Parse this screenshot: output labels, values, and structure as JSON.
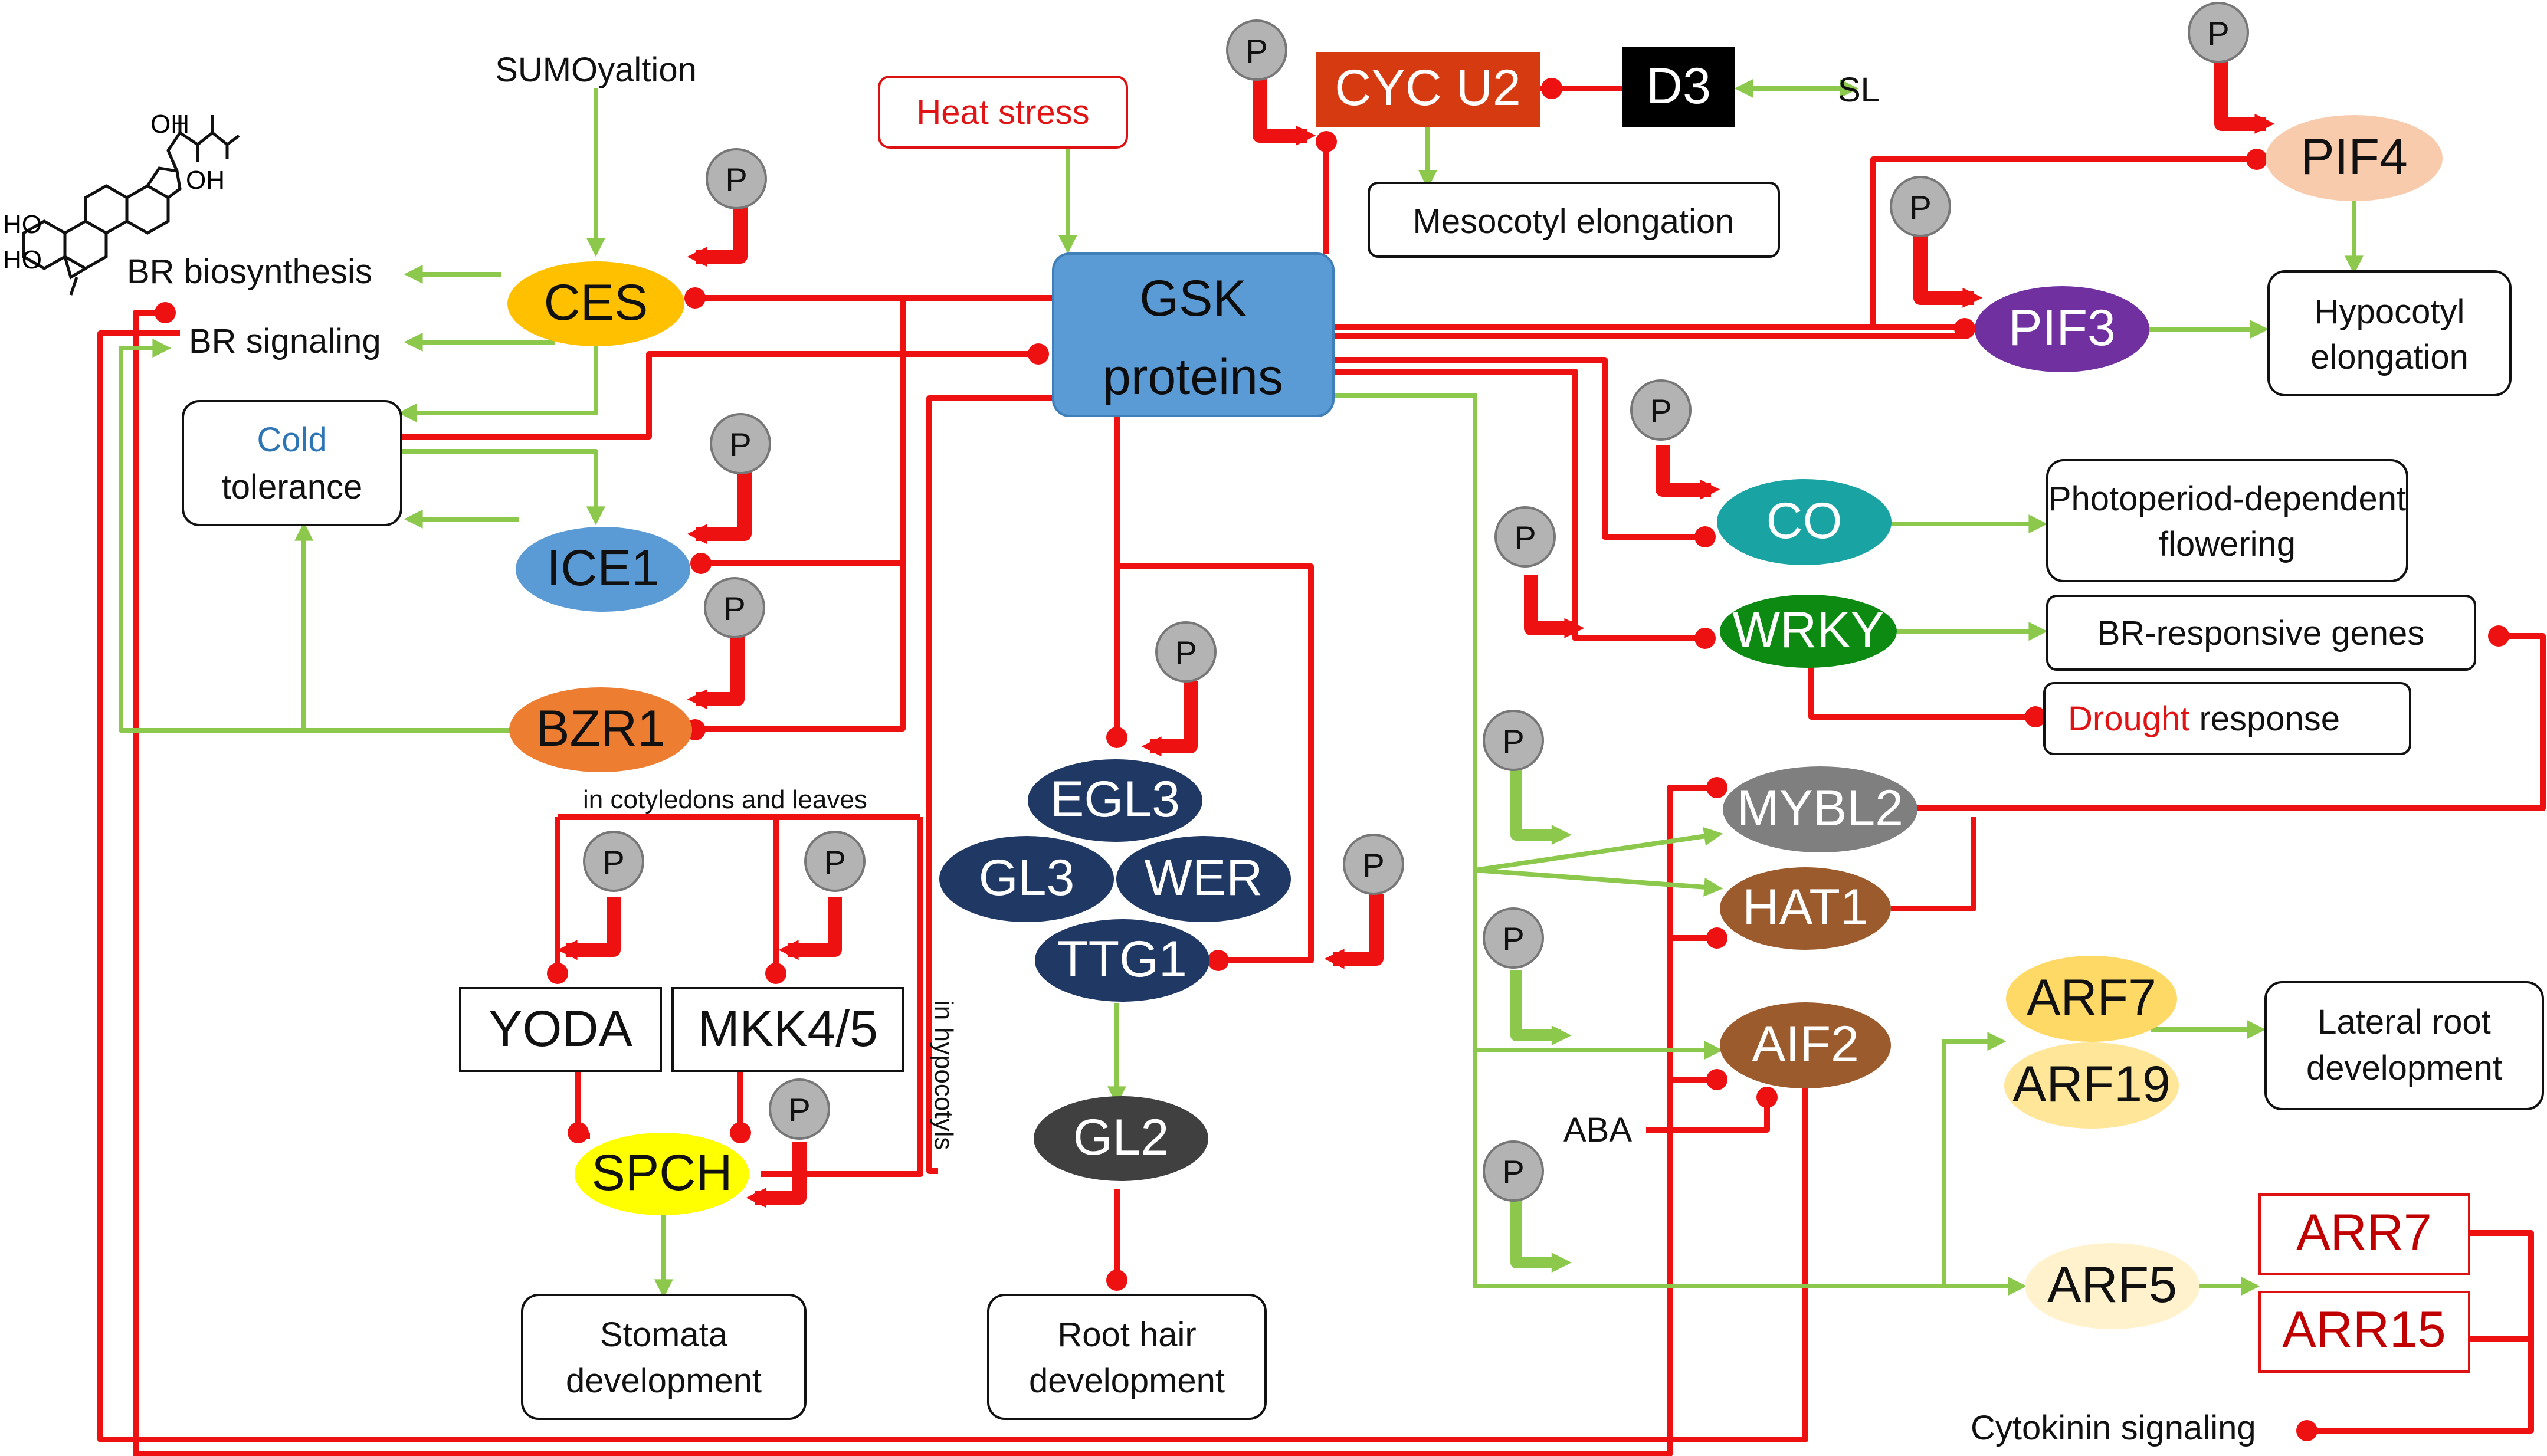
{
  "colors": {
    "inhibition": "#ee1111",
    "activation": "#8cc84b",
    "phospho_badge": "#b3b3b3",
    "gsk_blue": "#5b9bd5",
    "ces": "#ffc000",
    "ice1": "#5b9bd5",
    "bzr1": "#ed7d31",
    "cycu2": "#d63a10",
    "d3": "#000000",
    "pif4": "#f8cbad",
    "pif3": "#7030a0",
    "co": "#1aa3a3",
    "wrky": "#0c8a12",
    "mybl2": "#7f7f7f",
    "hat1": "#9c5b2c",
    "aif2": "#9c5b2c",
    "arf7": "#ffd966",
    "arf19": "#ffe699",
    "arf5": "#fff2cc",
    "egl3_gl3_wer_ttg1": "#1f3864",
    "gl2": "#404040",
    "spch": "#ffff00"
  },
  "hub": {
    "line1": "GSK",
    "line2": "proteins"
  },
  "phospho_label": "P",
  "inputs": {
    "sumoylation": "SUMOyaltion",
    "heat_stress": "Heat stress",
    "sl": "SL",
    "aba": "ABA"
  },
  "processes": {
    "br_biosynthesis": "BR biosynthesis",
    "br_signaling": "BR signaling",
    "cold_tolerance": {
      "word1": "Cold",
      "word2": "tolerance"
    },
    "mesocotyl": "Mesocotyl elongation",
    "hypocotyl": {
      "line1": "Hypocotyl",
      "line2": "elongation"
    },
    "photoperiod": {
      "line1": "Photoperiod-dependent",
      "line2": "flowering"
    },
    "br_genes": "BR-responsive genes",
    "drought": {
      "word1": "Drought",
      "word2": " response"
    },
    "lateral_root": {
      "line1": "Lateral root",
      "line2": "development"
    },
    "stomata": {
      "line1": "Stomata",
      "line2": "development"
    },
    "root_hair": {
      "line1": "Root hair",
      "line2": "development"
    },
    "cytokinin": "Cytokinin signaling"
  },
  "nodes": {
    "ces": "CES",
    "ice1": "ICE1",
    "bzr1": "BZR1",
    "cycu2": "CYC U2",
    "d3": "D3",
    "pif4": "PIF4",
    "pif3": "PIF3",
    "co": "CO",
    "wrky": "WRKY",
    "mybl2": "MYBL2",
    "hat1": "HAT1",
    "aif2": "AIF2",
    "arf7": "ARF7",
    "arf19": "ARF19",
    "arf5": "ARF5",
    "arr7": "ARR7",
    "arr15": "ARR15",
    "egl3": "EGL3",
    "gl3": "GL3",
    "wer": "WER",
    "ttg1": "TTG1",
    "gl2": "GL2",
    "yoda": "YODA",
    "mkk45": "MKK4/5",
    "spch": "SPCH"
  },
  "annotations": {
    "cotyledons": "in cotyledons and leaves",
    "hypocotyls": "in hypocotyls"
  },
  "molecule": {
    "oh_top1": "OH",
    "oh_top2": "OH",
    "ho_left1": "HO",
    "ho_left2": "HO"
  }
}
